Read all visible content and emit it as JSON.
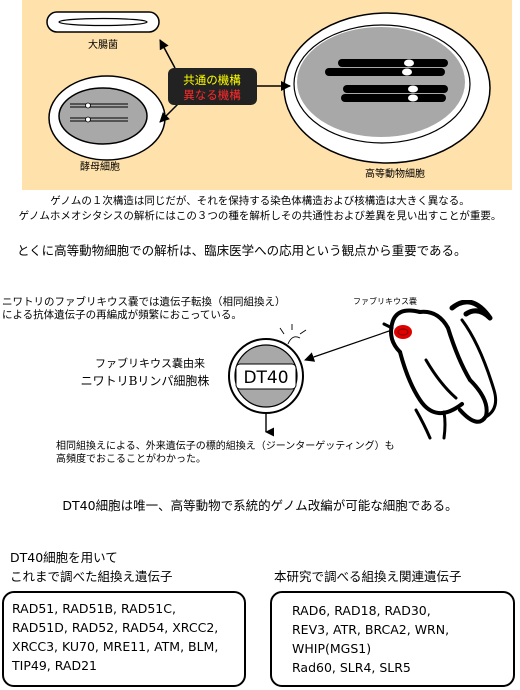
{
  "top_diagram": {
    "ecoli_label": "大腸菌",
    "yeast_label": "酵母細胞",
    "higher_cell_label": "高等動物細胞",
    "common_mechanism": "共通の機構",
    "different_mechanism": "異なる機構",
    "colors": {
      "panel_bg": "#ffe1ab",
      "cell_fill": "#a8a8a8",
      "common_text": "#ffff00",
      "different_text": "#ff2a2a",
      "center_box": "#222222"
    }
  },
  "caption": {
    "line1": "ゲノムの１次構造は同じだが、それを保持する染色体構造および核構造は大きく異なる。",
    "line2": "ゲノムホメオシタシスの解析にはこの３つの種を解析しその共通性および差異を見い出すことが重要。"
  },
  "statement_1": "とくに高等動物細胞での解析は、臨床医学への応用という観点から重要である。",
  "middle_section": {
    "fabricius_desc_line1": "ニワトリのファブリキウス嚢では遺伝子転換（相同組換え）",
    "fabricius_desc_line2": "による抗体遺伝子の再編成が頻繁におこっている。",
    "fabricius_label": "ファブリキウス嚢",
    "cell_line_origin": "ファブリキウス嚢由来",
    "cell_line_name": "ニワトリBリンパ細胞株",
    "dt40_label": "DT40",
    "targeting_desc_line1": "相同組換えによる、外来遺伝子の標的組換え（ジーンターゲッティング）も",
    "targeting_desc_line2": "高頻度でおこることがわかった。"
  },
  "statement_2": "DT40細胞は唯一、高等動物で系統的ゲノム改編が可能な細胞である。",
  "left_panel": {
    "heading_line1": "DT40細胞を用いて",
    "heading_line2": "これまで調べた組換え遺伝子",
    "genes": [
      "RAD51, RAD51B, RAD51C,",
      "RAD51D, RAD52, RAD54, XRCC2,",
      "XRCC3, KU70, MRE11, ATM, BLM,",
      "TIP49, RAD21"
    ]
  },
  "right_panel": {
    "heading": "本研究で調べる組換え関連遺伝子",
    "genes": [
      "RAD6, RAD18, RAD30,",
      "REV3, ATR, BRCA2, WRN,",
      "WHIP(MGS1)",
      "Rad60, SLR4, SLR5"
    ]
  }
}
